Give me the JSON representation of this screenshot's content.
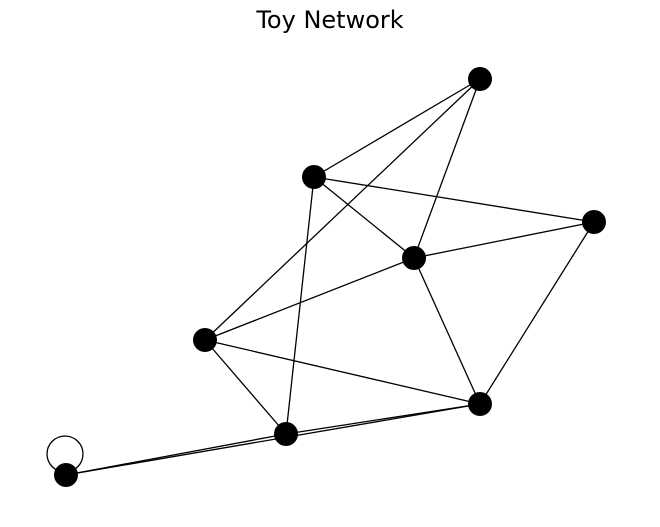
{
  "title": "Toy Network",
  "style": {
    "node_color": "#000000",
    "edge_color": "#000000",
    "background": "#ffffff"
  },
  "nodes": [
    "n1",
    "n2",
    "n3",
    "n4",
    "n5",
    "n6",
    "n7",
    "n8"
  ],
  "edges": [
    [
      "n1",
      "n2"
    ],
    [
      "n1",
      "n3"
    ],
    [
      "n1",
      "n5"
    ],
    [
      "n2",
      "n3"
    ],
    [
      "n2",
      "n4"
    ],
    [
      "n2",
      "n7"
    ],
    [
      "n3",
      "n4"
    ],
    [
      "n3",
      "n5"
    ],
    [
      "n3",
      "n6"
    ],
    [
      "n4",
      "n6"
    ],
    [
      "n5",
      "n6"
    ],
    [
      "n5",
      "n7"
    ],
    [
      "n6",
      "n7"
    ],
    [
      "n6",
      "n8"
    ],
    [
      "n7",
      "n8"
    ],
    [
      "n8",
      "n8"
    ]
  ]
}
